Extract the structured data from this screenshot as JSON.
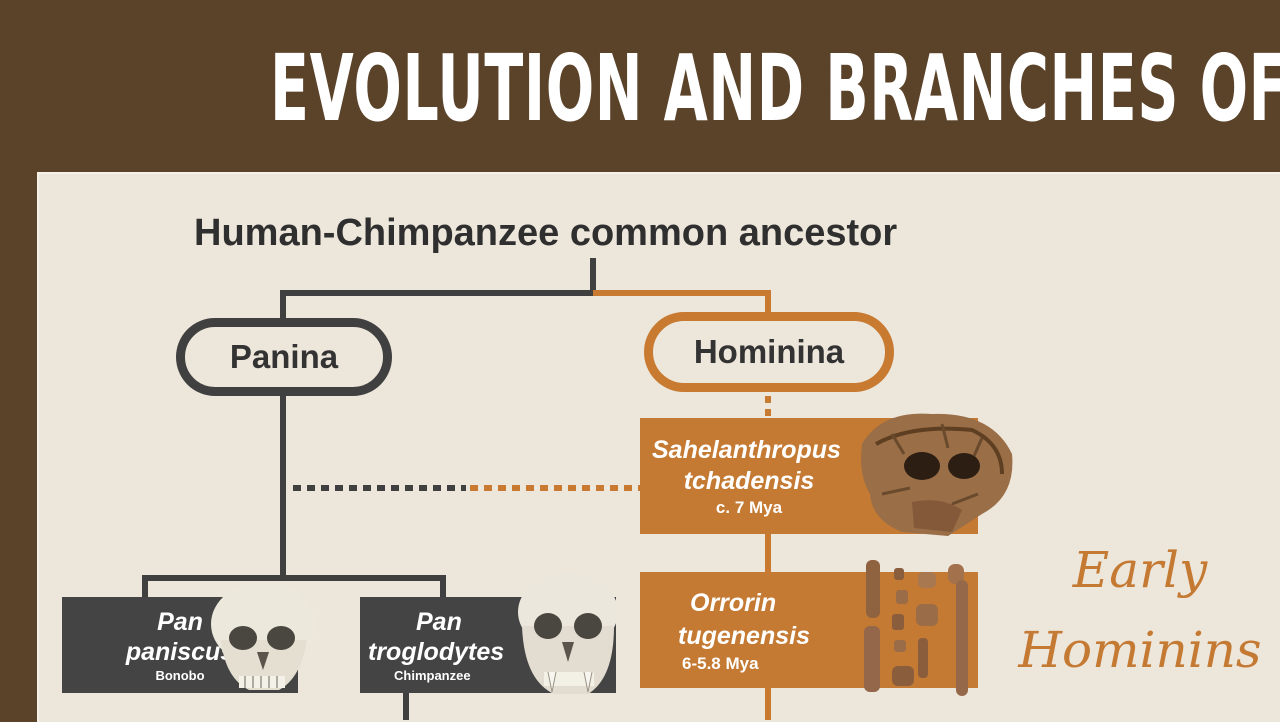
{
  "header": {
    "title": "EVOLUTION AND BRANCHES OF"
  },
  "diagram": {
    "root_label": "Human-Chimpanzee common ancestor",
    "clades": {
      "left": "Panina",
      "right": "Hominina"
    },
    "species": [
      {
        "name_line1": "Pan",
        "name_line2": "paniscus",
        "common": "Bonobo"
      },
      {
        "name_line1": "Pan",
        "name_line2": "troglodytes",
        "common": "Chimpanzee"
      },
      {
        "name_line1": "Sahelanthropus",
        "name_line2": "tchadensis",
        "date": "c. 7 Mya"
      },
      {
        "name_line1": "Orrorin",
        "name_line2": "tugenensis",
        "date": "6-5.8 Mya"
      }
    ],
    "group_label": {
      "line1": "Early",
      "line2": "Hominins"
    }
  },
  "colors": {
    "background": "#5b432a",
    "panel": "#ede6da",
    "dark": "#444444",
    "accent": "#c57a33"
  }
}
